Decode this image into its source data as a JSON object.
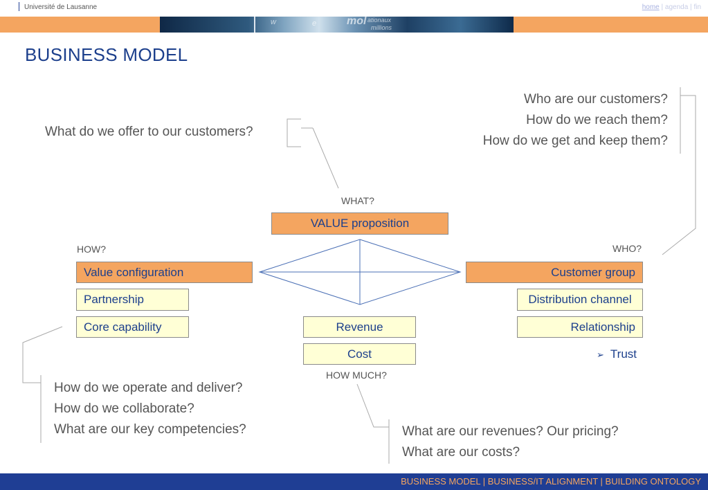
{
  "header": {
    "university": "Université de Lausanne",
    "nav": {
      "home": "home",
      "sep1": "|",
      "agenda": "agenda",
      "sep2": "|",
      "fin": "fin"
    },
    "banner_words": [
      "w",
      "e",
      "mol",
      "ationaux",
      "millions"
    ]
  },
  "title": "BUSINESS MODEL",
  "questions": {
    "customers": [
      "Who are our customers?",
      "How do we reach them?",
      "How do we get and keep them?"
    ],
    "offer": "What do we offer to our customers?",
    "operations": [
      "How do we operate and deliver?",
      "How do we collaborate?",
      "What are our key competencies?"
    ],
    "finance": [
      "What are our revenues? Our pricing?",
      "What are our costs?"
    ]
  },
  "labels": {
    "what": "WHAT?",
    "how": "HOW?",
    "who": "WHO?",
    "how_much": "HOW MUCH?"
  },
  "boxes": {
    "value_proposition": "VALUE proposition",
    "value_configuration": "Value configuration",
    "partnership": "Partnership",
    "core_capability": "Core capability",
    "revenue": "Revenue",
    "cost": "Cost",
    "customer_group": "Customer group",
    "distribution_channel": "Distribution channel",
    "relationship": "Relationship"
  },
  "trust": {
    "arrow": "➢",
    "label": "Trust"
  },
  "footer": "BUSINESS MODEL | BUSINESS/IT ALIGNMENT | BUILDING ONTOLOGY",
  "colors": {
    "accent_orange": "#f4a560",
    "brand_blue": "#1f3e94",
    "box_yellow": "#ffffd6",
    "title_blue": "#1c3f8c"
  }
}
